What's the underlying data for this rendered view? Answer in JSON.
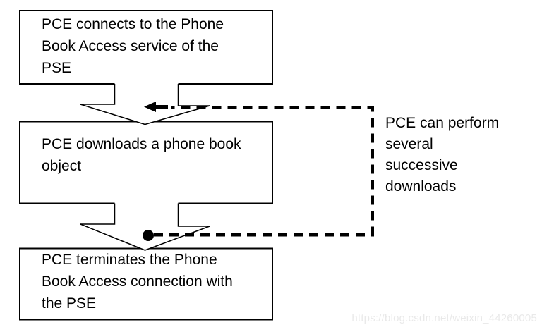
{
  "diagram": {
    "type": "flowchart",
    "colors": {
      "background": "#ffffff",
      "line": "#000000",
      "text": "#000000",
      "watermark": "#e9e9e9"
    },
    "boxes": [
      {
        "id": "connect",
        "label": "PCE connects to the Phone\nBook Access service of the\nPSE"
      },
      {
        "id": "download",
        "label": "PCE downloads a phone book\nobject"
      },
      {
        "id": "terminate",
        "label": "PCE terminates the Phone\nBook Access connection with\nthe PSE"
      }
    ],
    "connectors": [
      {
        "id": "connect-to-download",
        "type": "block-arrow-down"
      },
      {
        "id": "download-to-terminate",
        "type": "block-arrow-down"
      },
      {
        "id": "loop-back",
        "type": "dashed-arrow",
        "from": "download-to-terminate",
        "to": "connect-to-download",
        "label": "PCE can perform\nseveral\nsuccessive\ndownloads"
      }
    ],
    "watermark": {
      "text": "https://blog.csdn.net/weixin_44260005"
    }
  }
}
